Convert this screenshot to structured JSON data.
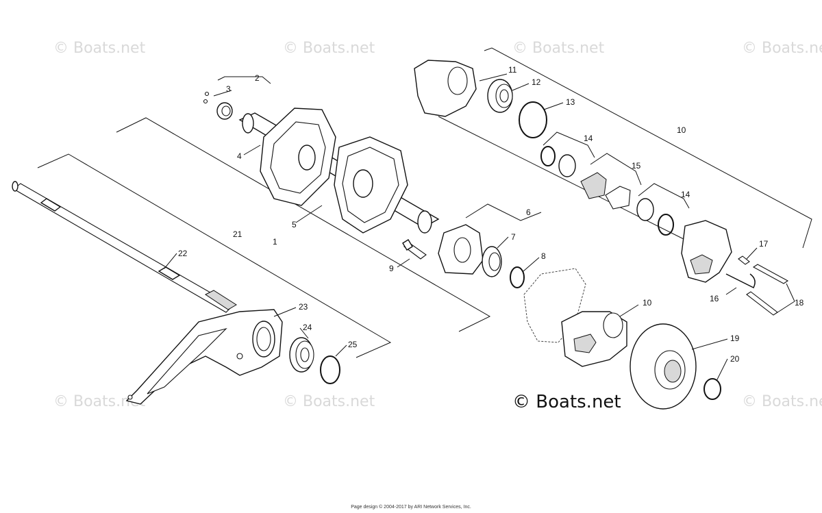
{
  "watermarks": {
    "text": "© Boats.net",
    "main_text": "© Boats.net"
  },
  "callouts": [
    "1",
    "2",
    "3",
    "4",
    "5",
    "6",
    "7",
    "8",
    "9",
    "10",
    "10",
    "11",
    "12",
    "13",
    "14",
    "14",
    "15",
    "16",
    "17",
    "18",
    "19",
    "20",
    "21",
    "22",
    "23",
    "24",
    "25"
  ],
  "footer": "Page design © 2004-2017 by ARI Network Services, Inc."
}
